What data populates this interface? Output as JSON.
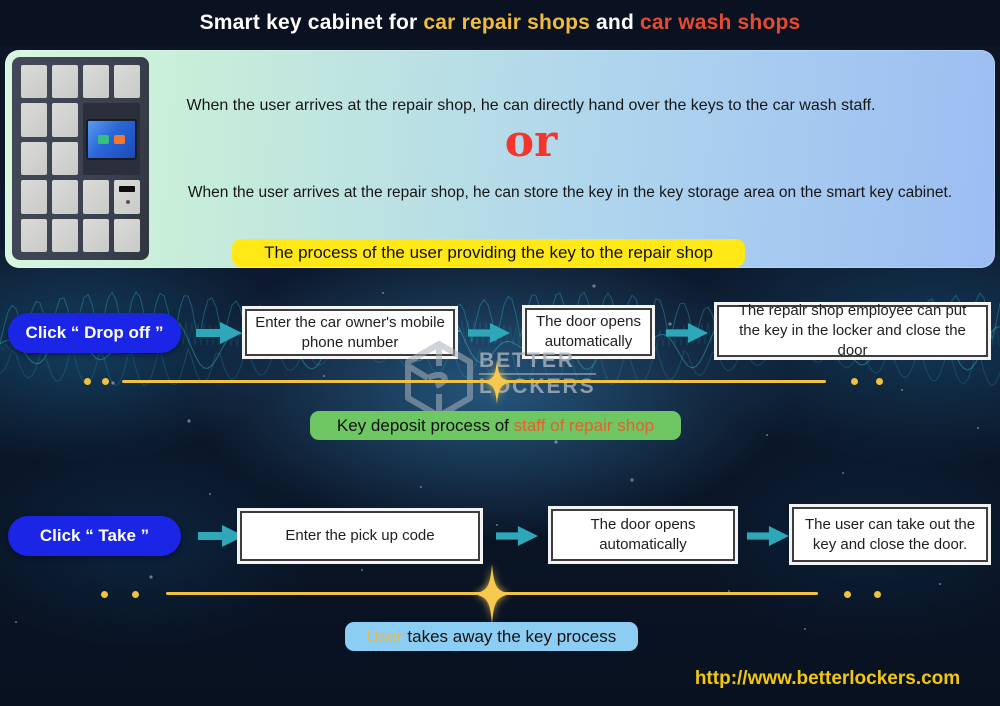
{
  "title": {
    "part1": "Smart key cabinet for ",
    "highlight1": "car repair shops",
    "part2": " and ",
    "highlight2": "car wash shops"
  },
  "intro": {
    "option1": "When the user arrives at the repair shop, he can directly hand over the keys to the car wash staff.",
    "or_word": "or",
    "option2": "When the user arrives at the repair shop, he can store the key in the key storage area on the smart key cabinet.",
    "banner": "The process of the user providing the key to the repair shop"
  },
  "deposit_flow": {
    "button_label": "Click “ Drop off ”",
    "steps": [
      "Enter the car owner's mobile phone number",
      "The door opens automatically",
      "The repair shop employee can put the key in the locker and close the door"
    ],
    "caption": {
      "black": "Key deposit process of ",
      "orange": "staff of repair shop"
    }
  },
  "take_flow": {
    "button_label": "Click “ Take ”",
    "steps": [
      "Enter the pick up code",
      "The door opens automatically",
      "The user can take out the key and close the door."
    ],
    "caption": {
      "gold": "User",
      "black": " takes away the key process"
    }
  },
  "watermark": {
    "line1": "BETTER",
    "line2": "LOCKERS"
  },
  "footer": {
    "url": "http://www.betterlockers.com"
  },
  "colors": {
    "button_blue": "#1a25e5",
    "arrow_teal": "#2ea7b8",
    "banner_yellow": "#ffe816",
    "caption_green": "#6ec763",
    "caption_blue": "#8bcdf3",
    "or_red": "#f2362e",
    "url_gold": "#f3c70d",
    "line_gold": "#f1c140",
    "title_gold": "#f0bc3e",
    "title_red": "#e64a31"
  }
}
